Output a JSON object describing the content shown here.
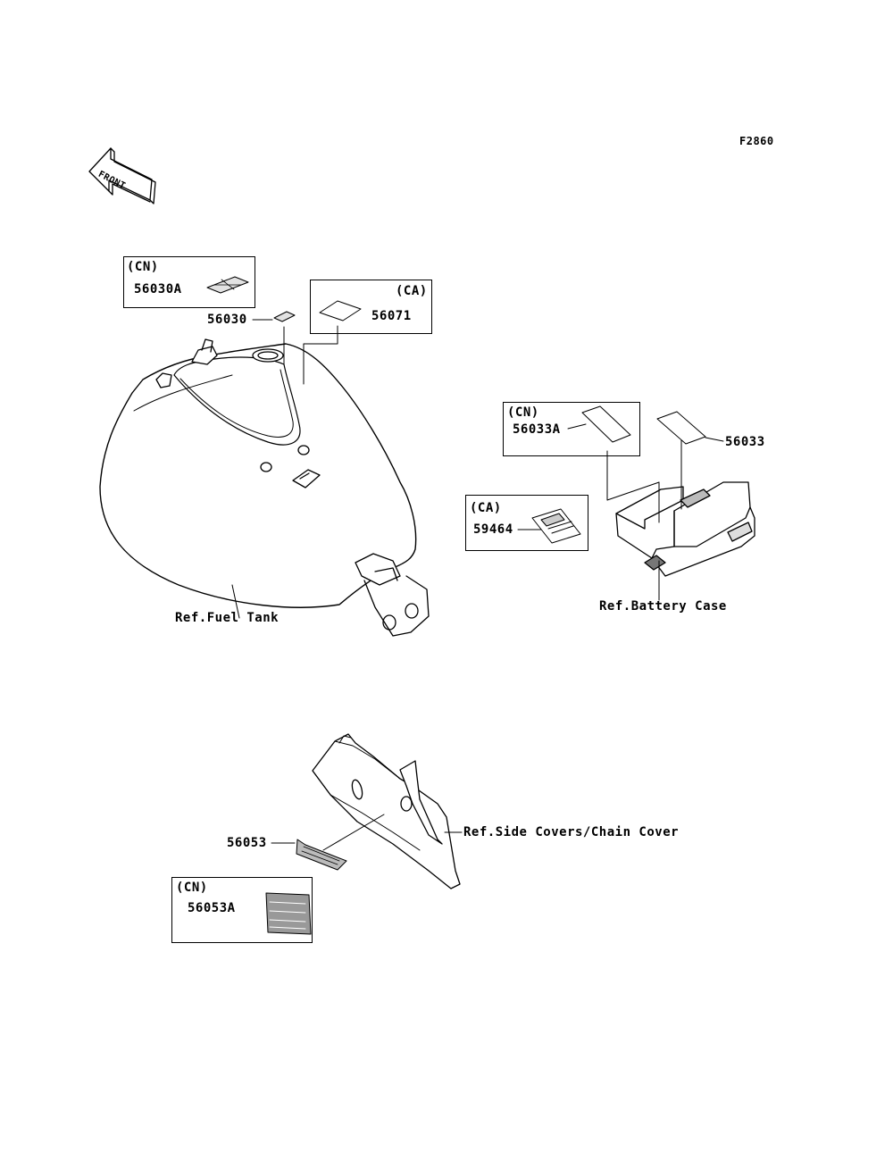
{
  "figure_id": "F2860",
  "front_arrow": {
    "text": "FRONT"
  },
  "fuel_tank": {
    "ref_label": "Ref.Fuel Tank",
    "cn_box": {
      "market": "(CN)",
      "part": "56030A"
    },
    "ca_box": {
      "market": "(CA)",
      "part": "56071"
    },
    "part_56030": "56030"
  },
  "battery_case": {
    "ref_label": "Ref.Battery Case",
    "cn_box": {
      "market": "(CN)",
      "part": "56033A"
    },
    "ca_box": {
      "market": "(CA)",
      "part": "59464"
    },
    "part_56033": "56033"
  },
  "chain_cover": {
    "ref_label": "Ref.Side Covers/Chain Cover",
    "part_56053": "56053",
    "cn_box": {
      "market": "(CN)",
      "part": "56053A"
    }
  },
  "colors": {
    "ink": "#000000",
    "paper": "#ffffff",
    "sticker_fill": "#d8d8d8",
    "shade": "#bdbdbd"
  }
}
